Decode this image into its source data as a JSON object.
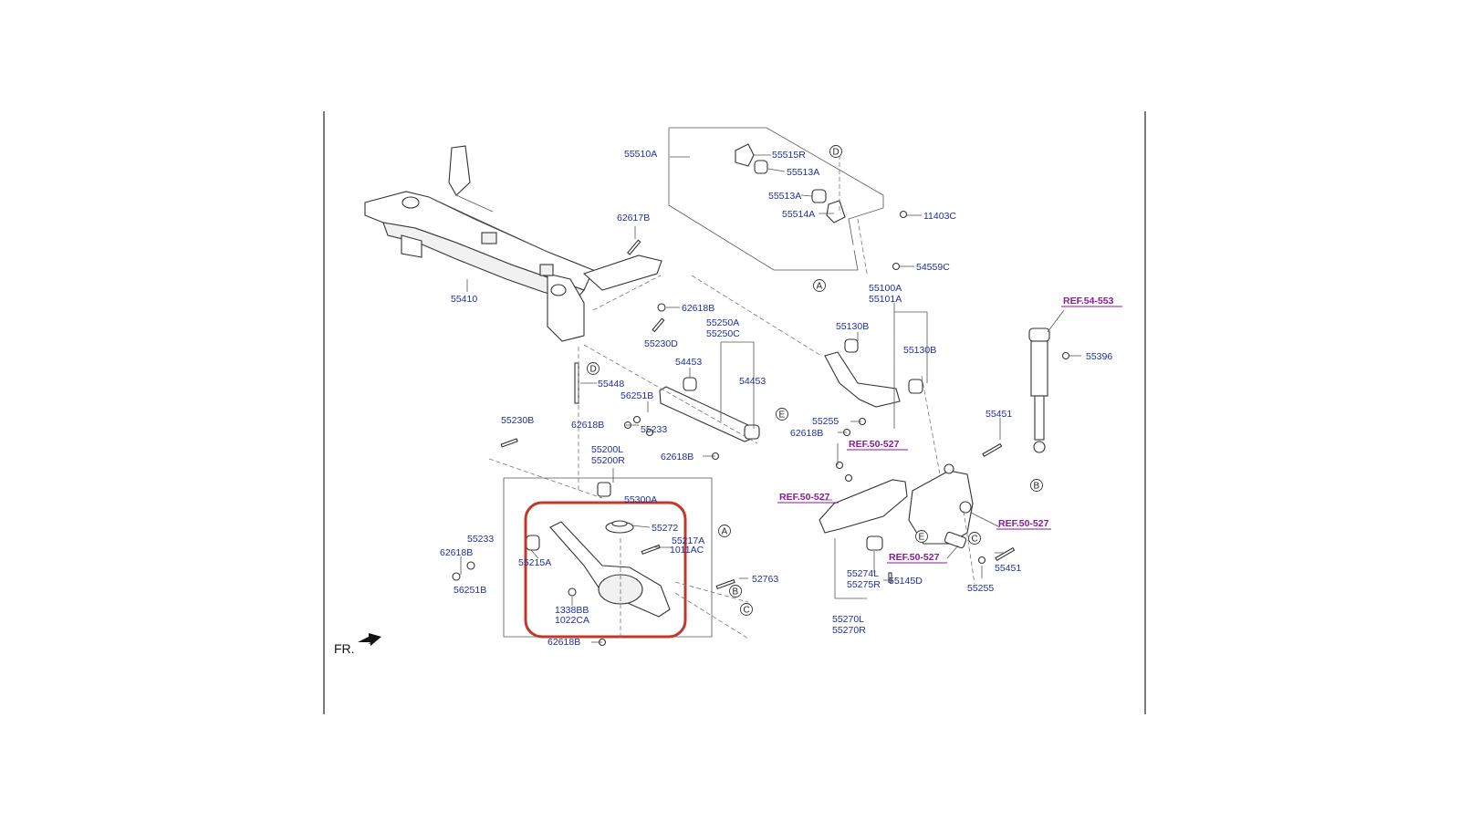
{
  "diagram": {
    "direction_label": "FR.",
    "highlight_color": "#c0392b",
    "code_color": "#1d2f9c",
    "ref_color": "#8a1a9a",
    "labels": {
      "l55510A": "55510A",
      "l55515R": "55515R",
      "l55513A_a": "55513A",
      "l55513A_b": "55513A",
      "l55514A": "55514A",
      "l11403C": "11403C",
      "l54559C": "54559C",
      "l62617B": "62617B",
      "l55410": "55410",
      "l62618B_a": "62618B",
      "l55230D": "55230D",
      "l55250A": "55250A",
      "l55250C": "55250C",
      "l54453_a": "54453",
      "l54453_b": "54453",
      "l55448": "55448",
      "l56251B_a": "56251B",
      "l62618B_b": "62618B",
      "l55233_a": "55233",
      "l62618B_c": "62618B",
      "l55230B": "55230B",
      "l55200L": "55200L",
      "l55200R": "55200R",
      "l55300A": "55300A",
      "l55272": "55272",
      "l55217A": "55217A",
      "l1011AC": "1011AC",
      "l55233_b": "55233",
      "l62618B_d": "62618B",
      "l55215A": "55215A",
      "l56251B_b": "56251B",
      "l1338BB": "1338BB",
      "l1022CA": "1022CA",
      "l62618B_e": "62618B",
      "l52763": "52763",
      "l55100A": "55100A",
      "l55101A": "55101A",
      "l55130B_a": "55130B",
      "l55130B_b": "55130B",
      "l55255_a": "55255",
      "l62618B_f": "62618B",
      "l55451_a": "55451",
      "l55396": "55396",
      "l55274L": "55274L",
      "l55275R": "55275R",
      "l55145D": "55145D",
      "l55270L": "55270L",
      "l55270R": "55270R",
      "l55255_b": "55255",
      "l55451_b": "55451"
    },
    "refs": {
      "r1": "REF.54-553",
      "r2": "REF.50-527",
      "r3": "REF.50-527",
      "r4": "REF.50-527",
      "r5": "REF.50-527"
    },
    "callouts": {
      "cA1": "A",
      "cA2": "A",
      "cB1": "B",
      "cB2": "B",
      "cC1": "C",
      "cC2": "C",
      "cD1": "D",
      "cD2": "D",
      "cE1": "E",
      "cE2": "E"
    }
  }
}
